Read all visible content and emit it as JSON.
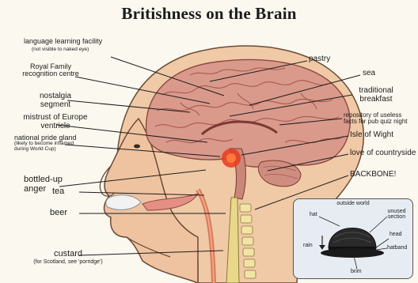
{
  "title": "Britishness on the Brain",
  "labels_left": {
    "language": {
      "main": "language learning facility",
      "sub": "(not visible to naked eye)"
    },
    "royal": {
      "line1": "Royal Family",
      "line2": "recognition centre"
    },
    "nostalgia": {
      "line1": "nostalgia",
      "line2": "segment"
    },
    "mistrust": {
      "line1": "mistrust of Europe",
      "line2": "ventricle"
    },
    "pride": {
      "main": "national pride gland",
      "sub1": "(likely to become inflamed",
      "sub2": "during World Cup)"
    },
    "bottled": {
      "line1": "bottled-up",
      "line2": "anger"
    },
    "tea": "tea",
    "beer": "beer",
    "custard": {
      "main": "custard",
      "sub": "(for Scotland, see 'porridge')"
    }
  },
  "labels_right": {
    "pastry": "pastry",
    "sea": "sea",
    "breakfast": {
      "line1": "traditional",
      "line2": "breakfast"
    },
    "repository": {
      "line1": "repository of useless",
      "line2": "facts for pub quiz night"
    },
    "wight": "Isle of Wight",
    "countryside": "love of countryside",
    "backbone": "BACKBONE!"
  },
  "inset": {
    "title": "outside world",
    "hat": "hat",
    "unused": {
      "line1": "unused",
      "line2": "section"
    },
    "head": "head",
    "rain": "rain",
    "hatband": "hatband",
    "brim": "brim"
  },
  "colors": {
    "skin": "#f0c9a6",
    "brain": "#d99a8c",
    "brain_fold": "#a9584f",
    "spine": "#e9d889",
    "pride_gland": "#e83a1f",
    "background": "#fbf8ef"
  }
}
